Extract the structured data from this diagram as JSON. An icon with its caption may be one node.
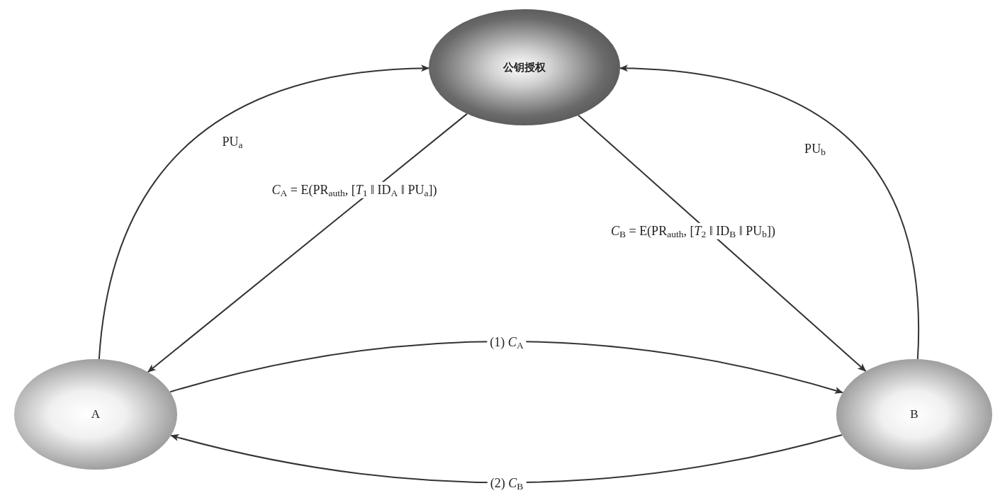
{
  "diagram": {
    "nodes": [
      {
        "text": [
          "公钥授权"
        ]
      },
      {
        "text": [
          "A"
        ]
      },
      {
        "text": [
          "B"
        ]
      }
    ],
    "edges": [
      {
        "from": 1,
        "to": 0,
        "arrow": "to",
        "label": "PU$_{a}$"
      },
      {
        "from": 0,
        "to": 1,
        "arrow": "to",
        "label": "*C*$_{A}$ = E(PR$_{auth}$, [*T*$_{1}$ ‖ ID$_{A}$ ‖ PU$_{a}$])"
      },
      {
        "from": 0,
        "to": 2,
        "arrow": "to",
        "label": "*C*$_{B}$ = E(PR$_{auth}$, [*T*$_{2}$ ‖ ID$_{B}$ ‖ PU$_{b}$])"
      },
      {
        "from": 2,
        "to": 0,
        "arrow": "to",
        "label": "PU$_{b}$"
      },
      {
        "from": 1,
        "to": 2,
        "arrow": "to",
        "label": "(1) *C*$_{A}$"
      },
      {
        "from": 2,
        "to": 1,
        "arrow": "to",
        "label": "(2) *C*$_{B}$"
      }
    ]
  }
}
